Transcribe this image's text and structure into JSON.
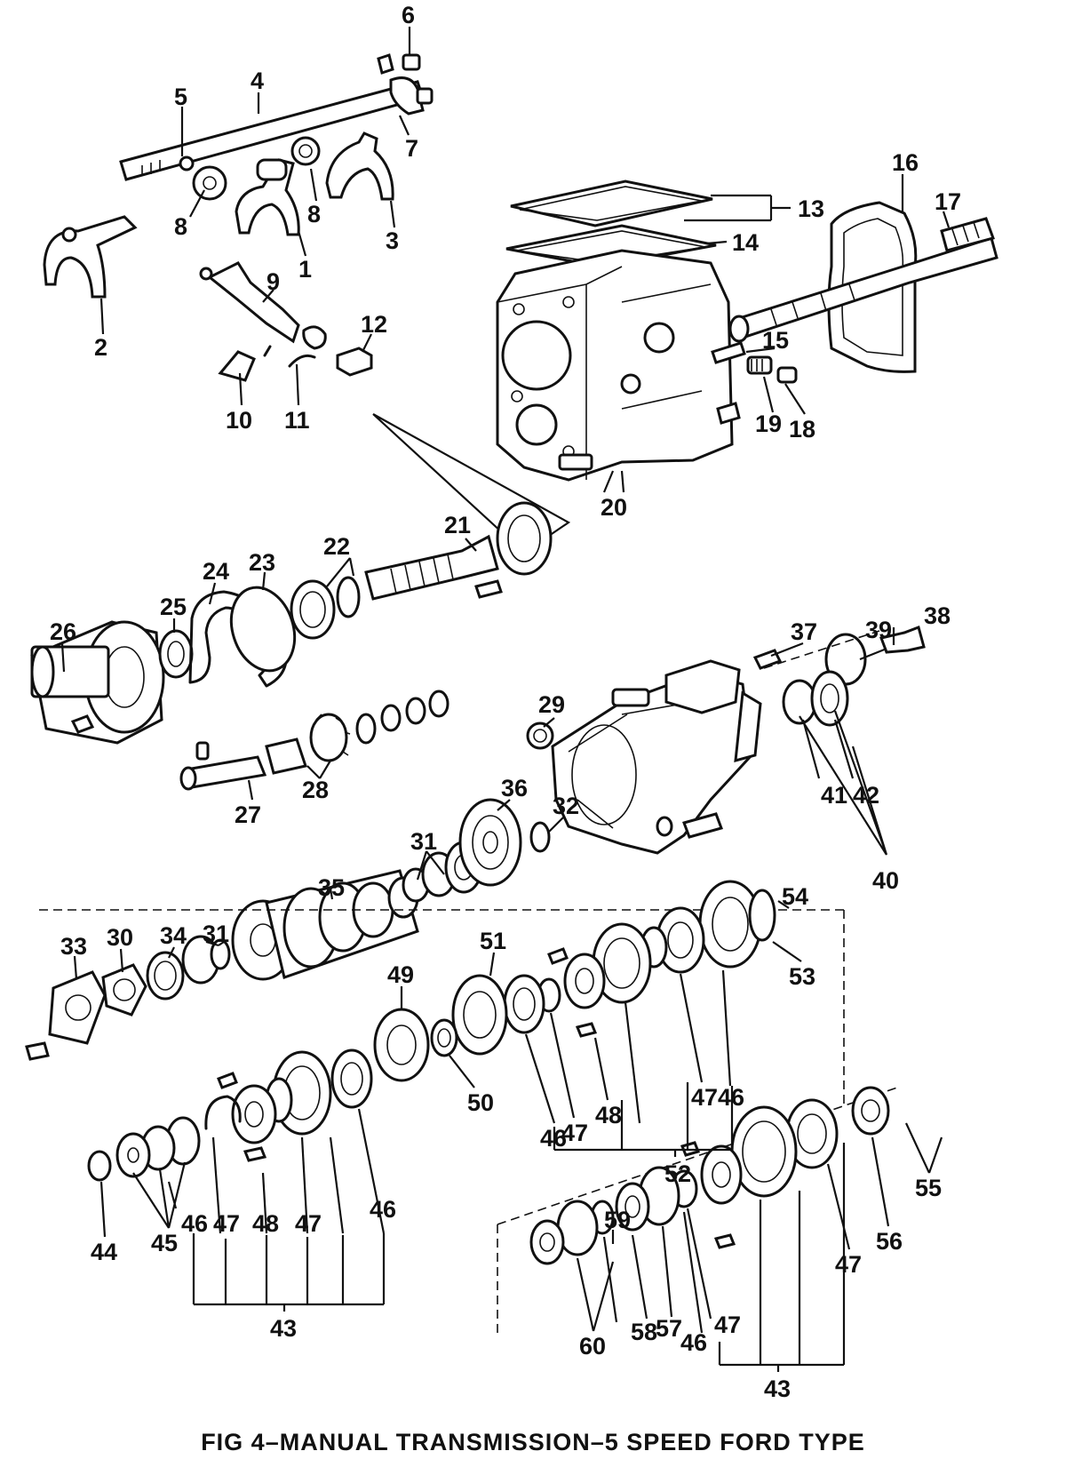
{
  "caption": "FIG 4–MANUAL TRANSMISSION–5 SPEED FORD TYPE",
  "callouts": {
    "c1": "1",
    "c2": "2",
    "c3": "3",
    "c4": "4",
    "c5": "5",
    "c6": "6",
    "c7": "7",
    "c8a": "8",
    "c8b": "8",
    "c9": "9",
    "c10": "10",
    "c11": "11",
    "c12": "12",
    "c13": "13",
    "c14": "14",
    "c15": "15",
    "c16": "16",
    "c17": "17",
    "c18": "18",
    "c19": "19",
    "c20": "20",
    "c21": "21",
    "c22": "22",
    "c23": "23",
    "c24": "24",
    "c25": "25",
    "c26": "26",
    "c27": "27",
    "c28": "28",
    "c29": "29",
    "c30": "30",
    "c31a": "31",
    "c31b": "31",
    "c32": "32",
    "c33": "33",
    "c34": "34",
    "c35": "35",
    "c36": "36",
    "c37": "37",
    "c38": "38",
    "c39": "39",
    "c40": "40",
    "c41": "41",
    "c42": "42",
    "c43a": "43",
    "c43b": "43",
    "c44": "44",
    "c45": "45",
    "c46a": "46",
    "c46b": "46",
    "c46c": "46",
    "c46d": "46",
    "c46e": "46",
    "c47a": "47",
    "c47b": "47",
    "c47c": "47",
    "c47d": "47",
    "c47e": "47",
    "c47f": "47",
    "c48a": "48",
    "c48b": "48",
    "c49": "49",
    "c50": "50",
    "c51": "51",
    "c52": "52",
    "c53": "53",
    "c54": "54",
    "c55": "55",
    "c56": "56",
    "c57": "57",
    "c58": "58",
    "c59": "59",
    "c60": "60"
  }
}
